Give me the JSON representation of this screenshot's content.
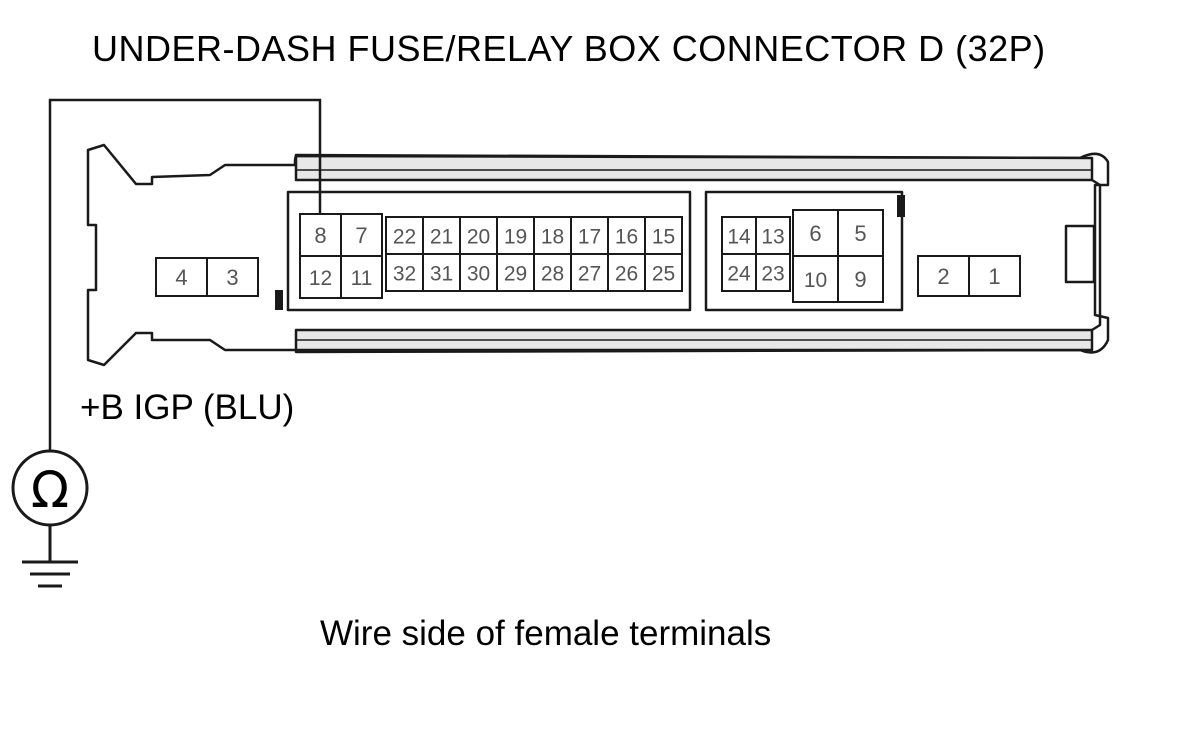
{
  "title": "UNDER-DASH FUSE/RELAY BOX CONNECTOR D (32P)",
  "wire_label": "+B IGP (BLU)",
  "caption": "Wire side of female terminals",
  "meter_symbol": "Ω",
  "meter_icon": "ohmmeter-icon",
  "ground_icon": "ground-icon",
  "probe_terminal": "8",
  "connector": {
    "pin_count": "32P",
    "pin_groups": {
      "left": {
        "top": [
          "4",
          "3"
        ]
      },
      "main_big": {
        "top": [
          "8",
          "7"
        ],
        "bottom": [
          "12",
          "11"
        ]
      },
      "main_small": {
        "top": [
          "22",
          "21",
          "20",
          "19",
          "18",
          "17",
          "16",
          "15"
        ],
        "bottom": [
          "32",
          "31",
          "30",
          "29",
          "28",
          "27",
          "26",
          "25"
        ]
      },
      "mid_small": {
        "top": [
          "14",
          "13"
        ],
        "bottom": [
          "24",
          "23"
        ]
      },
      "mid_big": {
        "top": [
          "6",
          "5"
        ],
        "bottom": [
          "10",
          "9"
        ]
      },
      "right": {
        "top": [
          "2",
          "1"
        ]
      }
    }
  },
  "colors": {
    "line": "#1a1a1a",
    "fill": "#e8e8e8",
    "pin_text": "#555555"
  }
}
